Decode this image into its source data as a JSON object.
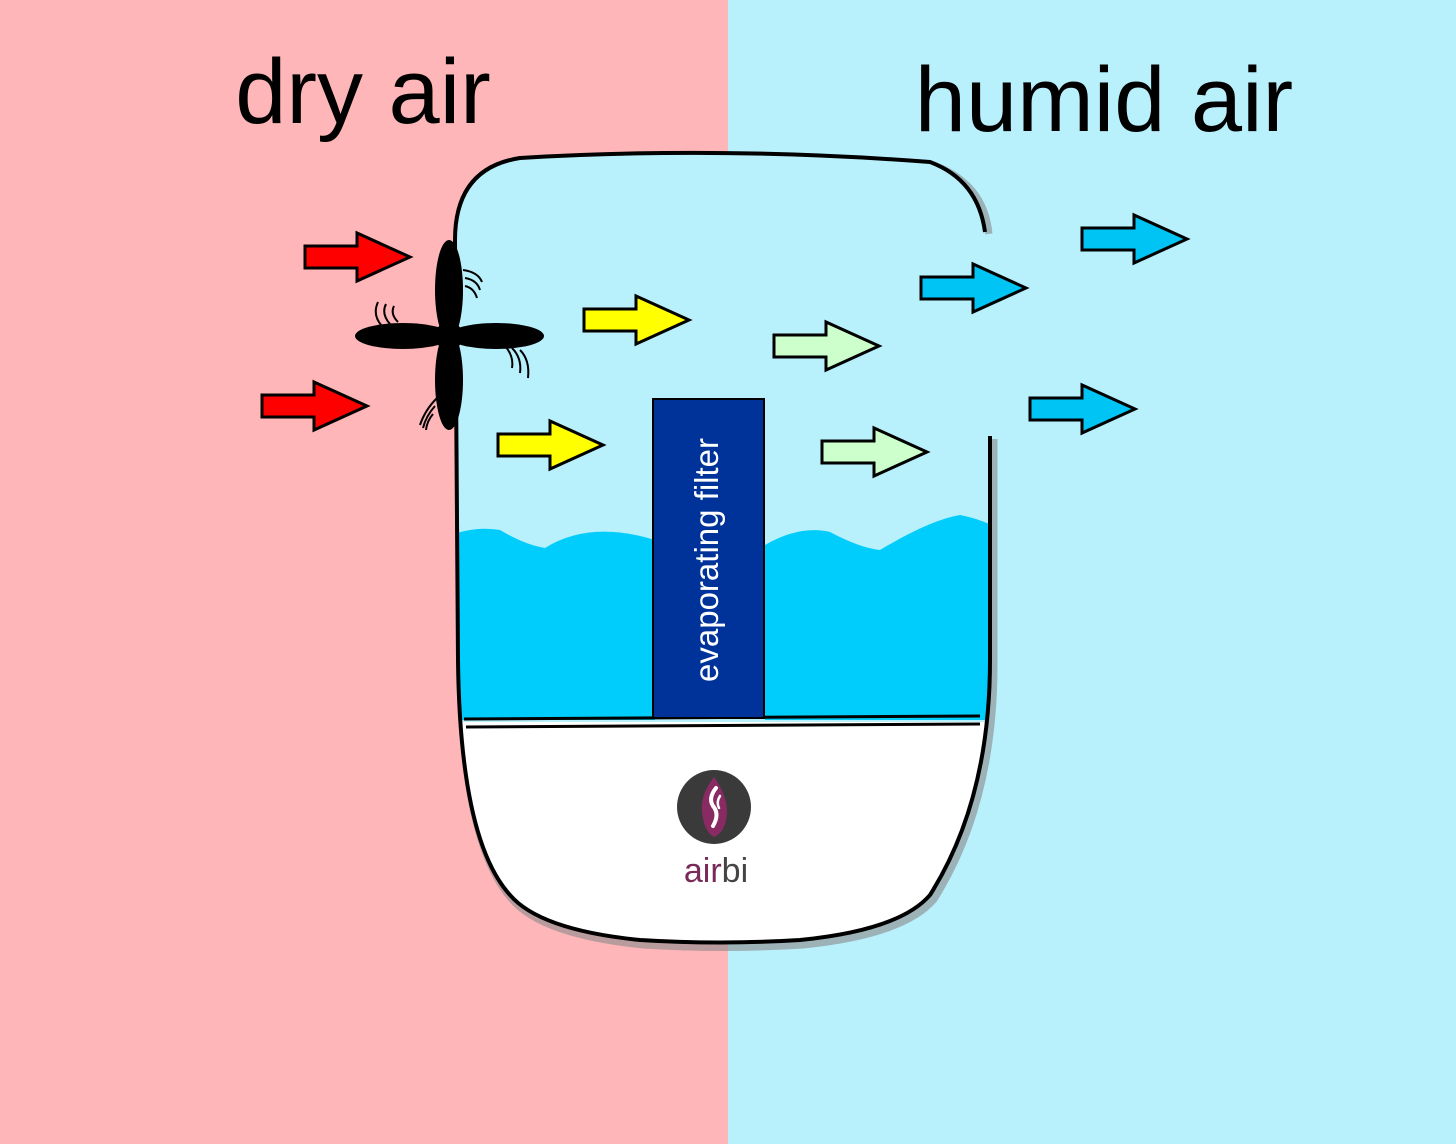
{
  "labels": {
    "dry_air": "dry air",
    "humid_air": "humid air",
    "filter": "evaporating filter"
  },
  "brand": {
    "name_part1": "air",
    "name_part2": "bi",
    "color_part1": "#7a2a5a",
    "color_part2": "#444444"
  },
  "colors": {
    "dry_air_bg": "#ffb6b8",
    "humid_air_bg": "#b8f0fc",
    "device_air": "#b8f0fc",
    "water": "#00cdfc",
    "filter": "#003399",
    "base": "#ffffff",
    "arrow_dry": "#ff0000",
    "arrow_fan": "#ffff00",
    "arrow_filter": "#ccffcc",
    "arrow_humid": "#00c4f4",
    "fan": "#000000"
  },
  "icons": {
    "fan": "fan-icon",
    "logo": "airbi-flame-logo"
  }
}
